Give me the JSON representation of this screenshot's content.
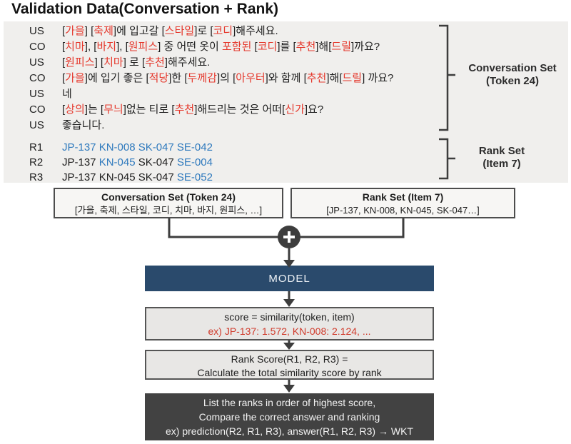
{
  "title": "Validation Data(Conversation + Rank)",
  "colors": {
    "token_red": "#e5372b",
    "item_blue": "#2e79bd",
    "model_navy": "#2a4a6c",
    "final_dark": "#424242",
    "panel_gray": "#f0efed",
    "connector_gray": "#3d3d3d"
  },
  "conversation": {
    "rows": [
      {
        "speaker": "US",
        "segments": [
          {
            "t": "[",
            "c": "k"
          },
          {
            "t": "가을",
            "c": "r"
          },
          {
            "t": "] [",
            "c": "k"
          },
          {
            "t": "축제",
            "c": "r"
          },
          {
            "t": "]에 입고갈 [",
            "c": "k"
          },
          {
            "t": "스타일",
            "c": "r"
          },
          {
            "t": "]로 [",
            "c": "k"
          },
          {
            "t": "코디",
            "c": "r"
          },
          {
            "t": "]해주세요.",
            "c": "k"
          }
        ]
      },
      {
        "speaker": "CO",
        "segments": [
          {
            "t": "[",
            "c": "k"
          },
          {
            "t": "치마",
            "c": "r"
          },
          {
            "t": "], [",
            "c": "k"
          },
          {
            "t": "바지",
            "c": "r"
          },
          {
            "t": "], [",
            "c": "k"
          },
          {
            "t": "원피스",
            "c": "r"
          },
          {
            "t": "] 중 어떤 옷이 ",
            "c": "k"
          },
          {
            "t": "포함된",
            "c": "r"
          },
          {
            "t": " [",
            "c": "k"
          },
          {
            "t": "코디",
            "c": "r"
          },
          {
            "t": "]를 [",
            "c": "k"
          },
          {
            "t": "추천",
            "c": "r"
          },
          {
            "t": "]해[",
            "c": "k"
          },
          {
            "t": "드릴",
            "c": "r"
          },
          {
            "t": "]까요?",
            "c": "k"
          }
        ]
      },
      {
        "speaker": "US",
        "segments": [
          {
            "t": "[",
            "c": "k"
          },
          {
            "t": "원피스",
            "c": "r"
          },
          {
            "t": "] [",
            "c": "k"
          },
          {
            "t": "치마",
            "c": "r"
          },
          {
            "t": "] 로 [",
            "c": "k"
          },
          {
            "t": "추천",
            "c": "r"
          },
          {
            "t": "]해주세요.",
            "c": "k"
          }
        ]
      },
      {
        "speaker": "CO",
        "segments": [
          {
            "t": "[",
            "c": "k"
          },
          {
            "t": "가을",
            "c": "r"
          },
          {
            "t": "]에 입기 좋은 [",
            "c": "k"
          },
          {
            "t": "적당",
            "c": "r"
          },
          {
            "t": "]한 [",
            "c": "k"
          },
          {
            "t": "두께감",
            "c": "r"
          },
          {
            "t": "]의 [",
            "c": "k"
          },
          {
            "t": "아우터",
            "c": "r"
          },
          {
            "t": "]와 함께 [",
            "c": "k"
          },
          {
            "t": "추천",
            "c": "r"
          },
          {
            "t": "]해[",
            "c": "k"
          },
          {
            "t": "드릴",
            "c": "r"
          },
          {
            "t": "] 까요?",
            "c": "k"
          }
        ]
      },
      {
        "speaker": "US",
        "segments": [
          {
            "t": "네",
            "c": "k"
          }
        ]
      },
      {
        "speaker": "CO",
        "segments": [
          {
            "t": "[",
            "c": "k"
          },
          {
            "t": "상의",
            "c": "r"
          },
          {
            "t": "]는 [",
            "c": "k"
          },
          {
            "t": "무늬",
            "c": "r"
          },
          {
            "t": "]없는 티로 [",
            "c": "k"
          },
          {
            "t": "추천",
            "c": "r"
          },
          {
            "t": "]해드리는 것은 어떠[",
            "c": "k"
          },
          {
            "t": "신가",
            "c": "r"
          },
          {
            "t": "]요?",
            "c": "k"
          }
        ]
      },
      {
        "speaker": "US",
        "segments": [
          {
            "t": "좋습니다.",
            "c": "k"
          }
        ]
      }
    ]
  },
  "rank": {
    "rows": [
      {
        "speaker": "R1",
        "segments": [
          {
            "t": "JP-137 KN-008 SK-047 SE-042",
            "c": "b"
          }
        ]
      },
      {
        "speaker": "R2",
        "segments": [
          {
            "t": "JP-137 ",
            "c": "k"
          },
          {
            "t": "KN-045",
            "c": "b"
          },
          {
            "t": " SK-047 ",
            "c": "k"
          },
          {
            "t": "SE-004",
            "c": "b"
          }
        ]
      },
      {
        "speaker": "R3",
        "segments": [
          {
            "t": "JP-137 KN-045 SK-047 ",
            "c": "k"
          },
          {
            "t": "SE-052",
            "c": "b"
          }
        ]
      }
    ]
  },
  "bracket_labels": {
    "conversation": {
      "line1": "Conversation Set",
      "line2": "(Token 24)"
    },
    "rank": {
      "line1": "Rank Set",
      "line2": "(Item 7)"
    }
  },
  "boxes": {
    "conversation_set": {
      "title": "Conversation Set (Token 24)",
      "content": "[가을, 축제, 스타일, 코디, 치마, 바지, 원피스, …]"
    },
    "rank_set": {
      "title": "Rank Set (Item 7)",
      "content": "[JP-137, KN-008, KN-045, SK-047…]"
    }
  },
  "flow": {
    "model_label": "MODEL",
    "score": {
      "line1": "score = similarity(token, item)",
      "line2": "ex) JP-137: 1.572, KN-008: 2.124, ..."
    },
    "rank_score": {
      "line1": "Rank Score(R1, R2, R3) =",
      "line2": "Calculate the total similarity score by rank"
    },
    "final": {
      "line1": "List the ranks in order of highest score,",
      "line2": "Compare the correct answer and ranking",
      "line3": "ex) prediction(R2, R1, R3), answer(R1, R2, R3) → WKT"
    }
  }
}
